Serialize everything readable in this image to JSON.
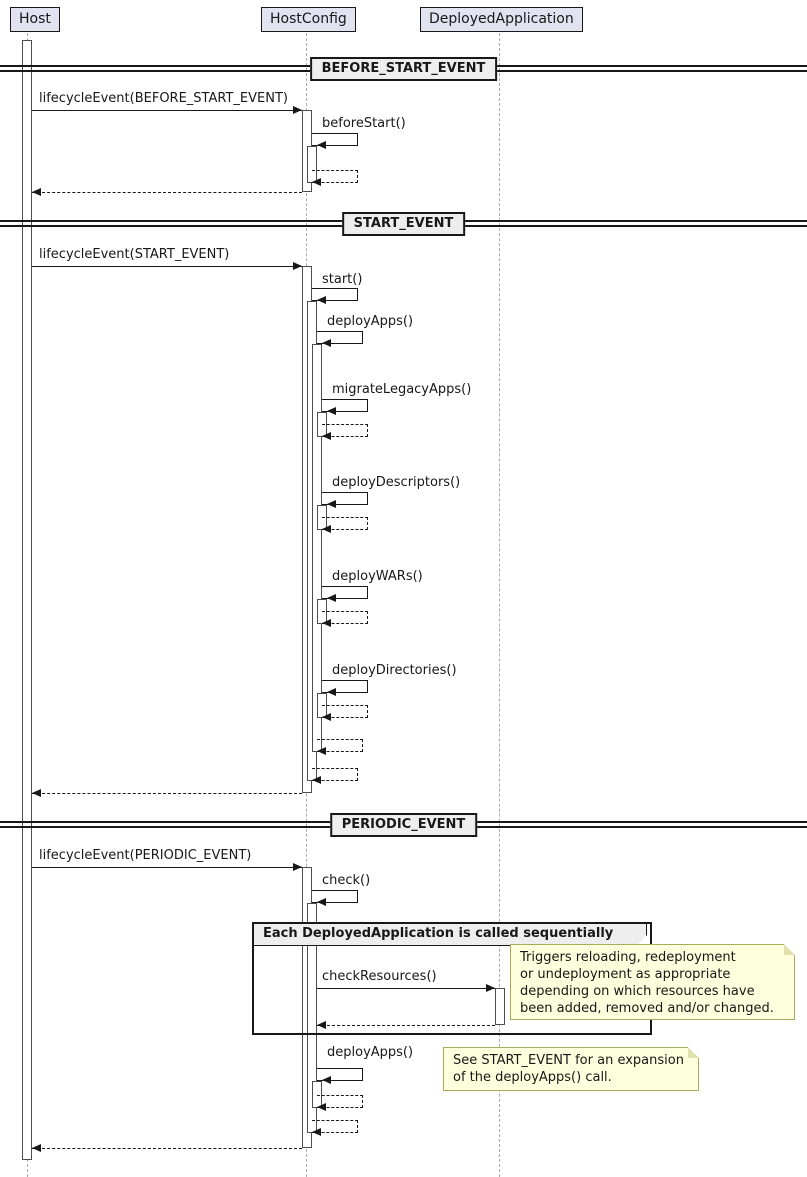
{
  "participants": [
    {
      "label": "Host"
    },
    {
      "label": "HostConfig"
    },
    {
      "label": "DeployedApplication"
    }
  ],
  "dividers": [
    {
      "label": "BEFORE_START_EVENT"
    },
    {
      "label": "START_EVENT"
    },
    {
      "label": "PERIODIC_EVENT"
    }
  ],
  "messages": {
    "lifecycle_before_start": "lifecycleEvent(BEFORE_START_EVENT)",
    "before_start": "beforeStart()",
    "lifecycle_start": "lifecycleEvent(START_EVENT)",
    "start": "start()",
    "deploy_apps": "deployApps()",
    "migrate_legacy_apps": "migrateLegacyApps()",
    "deploy_descriptors": "deployDescriptors()",
    "deploy_wars": "deployWARs()",
    "deploy_directories": "deployDirectories()",
    "lifecycle_periodic": "lifecycleEvent(PERIODIC_EVENT)",
    "check": "check()",
    "check_resources": "checkResources()"
  },
  "group": {
    "title": "Each DeployedApplication is called sequentially"
  },
  "notes": {
    "check_resources": "Triggers reloading, redeployment\nor undeployment as appropriate\ndepending on which resources have\nbeen added, removed and/or changed.",
    "deploy_apps": "See START_EVENT for an expansion\nof the deployApps() call."
  },
  "colors": {
    "participant_fill": "#E2E2F0",
    "divider_fill": "#EEEEEE",
    "frame_title_fill": "#EEEEEE",
    "note_fill": "#FEFFDD",
    "activation_fill": "#FFFFFF",
    "line": "#181818",
    "lifeline": "#ABABAB"
  }
}
